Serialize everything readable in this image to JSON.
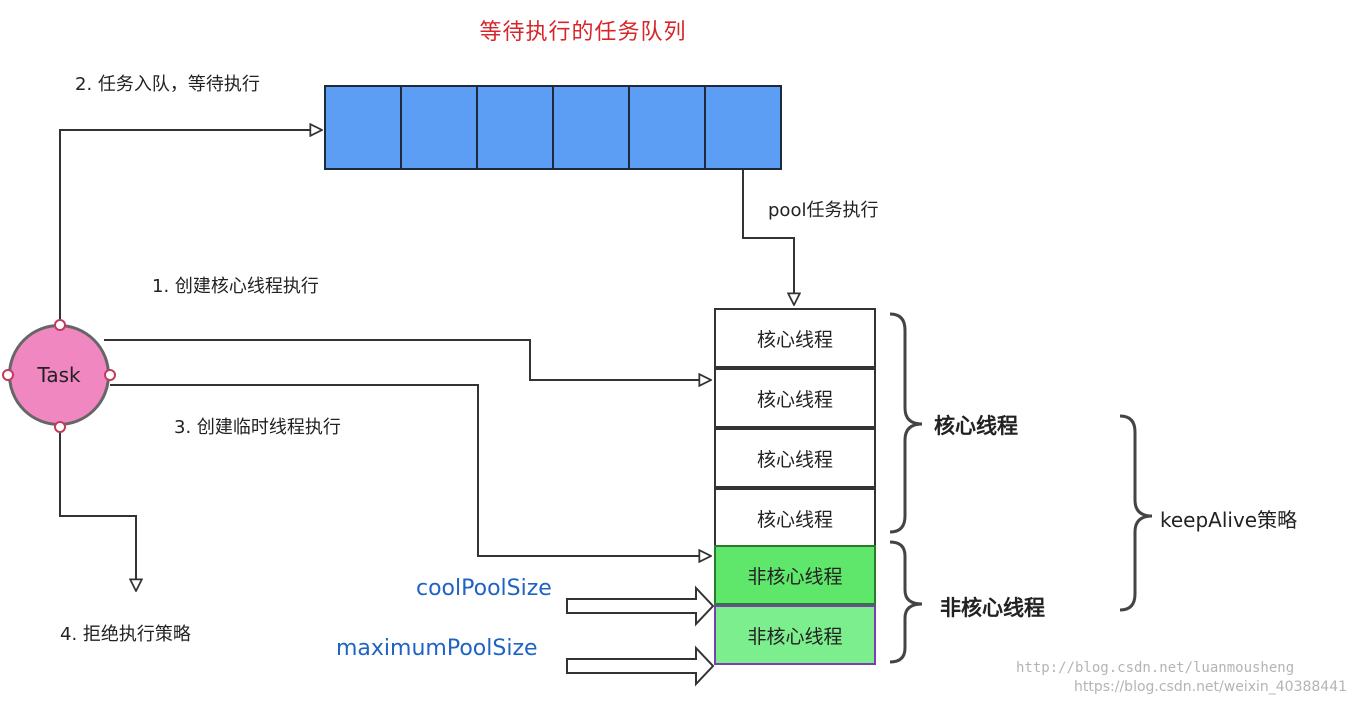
{
  "title": "等待执行的任务队列",
  "queue": {
    "cells": 6,
    "color": "#5c9ef3"
  },
  "labels": {
    "enqueue": "2. 任务入队，等待执行",
    "pool_exec": "pool任务执行",
    "create_core": "1. 创建核心线程执行",
    "create_temp": "3. 创建临时线程执行",
    "reject": "4. 拒绝执行策略"
  },
  "task": {
    "label": "Task"
  },
  "threads": {
    "core_items": [
      "核心线程",
      "核心线程",
      "核心线程",
      "核心线程"
    ],
    "noncore_items": [
      "非核心线程",
      "非核心线程"
    ]
  },
  "groups": {
    "core_label": "核心线程",
    "noncore_label": "非核心线程",
    "keepalive_label": "keepAlive策略"
  },
  "params": {
    "cool_pool_size": "coolPoolSize",
    "maximum_pool_size": "maximumPoolSize"
  },
  "watermark": {
    "line1": "http://blog.csdn.net/luanmousheng",
    "line2": "https://blog.csdn.net/weixin_40388441"
  },
  "colors": {
    "title": "#d6262b",
    "queue": "#5c9ef3",
    "task": "#f087c1",
    "noncore": "#5fe76b",
    "param_text": "#1f63c4"
  }
}
